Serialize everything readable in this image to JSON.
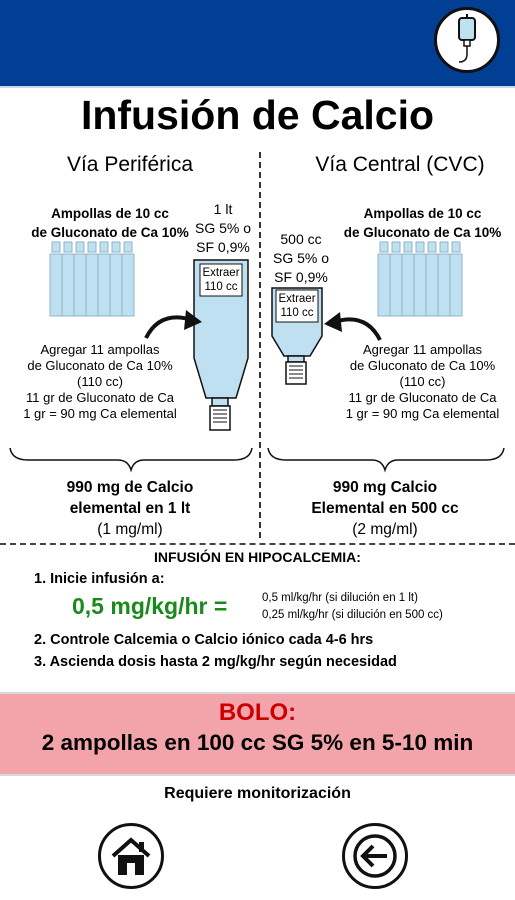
{
  "header": {
    "icon": "iv-drip-icon"
  },
  "title": "Infusión de Calcio",
  "peripheral": {
    "heading": "Vía Periférica",
    "ampoules_label": [
      "Ampollas de 10 cc",
      "de Gluconato de Ca 10%"
    ],
    "bag_label": [
      "1 lt",
      "SG 5% o",
      "SF 0,9%"
    ],
    "extract_label": [
      "Extraer",
      "110 cc"
    ],
    "add_text": [
      "Agregar 11 ampollas",
      "de Gluconato de Ca 10%",
      "(110 cc)",
      "11 gr de Gluconato de Ca",
      "1 gr = 90 mg Ca elemental"
    ],
    "result": [
      "990 mg de Calcio",
      "elemental en 1 lt"
    ],
    "concentration": "(1 mg/ml)"
  },
  "central": {
    "heading": "Vía Central (CVC)",
    "ampoules_label": [
      "Ampollas de 10 cc",
      "de Gluconato de Ca 10%"
    ],
    "bag_label": [
      "500 cc",
      "SG 5% o",
      "SF 0,9%"
    ],
    "extract_label": [
      "Extraer",
      "110 cc"
    ],
    "add_text": [
      "Agregar 11 ampollas",
      "de Gluconato de Ca 10%",
      "(110 cc)",
      "11 gr de Gluconato de Ca",
      "1 gr = 90 mg Ca elemental"
    ],
    "result": [
      "990 mg Calcio",
      "Elemental en 500 cc"
    ],
    "concentration": "(2 mg/ml)"
  },
  "infusion": {
    "title": "INFUSIÓN EN HIPOCALCEMIA:",
    "step1": "1. Inicie infusión a:",
    "dose": "0,5 mg/kg/hr =",
    "dose_note_1": "0,5   ml/kg/hr (si dilución en 1 lt)",
    "dose_note_2": "0,25 ml/kg/hr (si dilución en 500 cc)",
    "step2": "2. Controle Calcemia o Calcio iónico cada 4-6 hrs",
    "step3": "3. Ascienda dosis hasta 2 mg/kg/hr según necesidad"
  },
  "bolo": {
    "title": "BOLO:",
    "text": "2 ampollas en 100 cc SG 5% en 5-10 min"
  },
  "monitor": "Requiere monitorización",
  "nav": {
    "home_icon": "home-icon",
    "back_icon": "arrow-left-icon"
  },
  "colors": {
    "header": "#003f94",
    "dose": "#1a8a1a",
    "bolo_bg": "#f3a3aa",
    "bolo_title": "#cc0000",
    "ampoule": "#bfe0f0"
  }
}
